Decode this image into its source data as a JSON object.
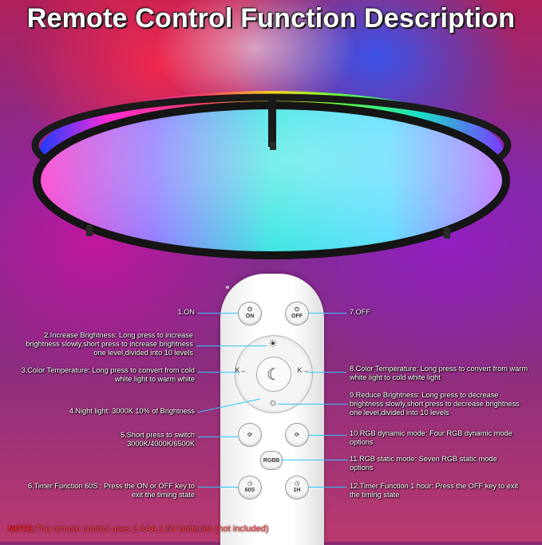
{
  "title": "Remote Control Function Description",
  "remote": {
    "on_label": "ON",
    "off_label": "OFF",
    "timer_60s_label": "60S",
    "timer_1h_label": "1H",
    "rgb_static_label": "RGBB"
  },
  "labels": {
    "on": "1.ON",
    "off": "7.OFF",
    "increase_brightness": "2.Increase Brightness: Long press to increase brightness slowly,short press to increase brightness one level,divided into 10 levels",
    "color_temp_left": "3.Color Temperature: Long press to convert from cold white light to warm white",
    "color_temp_right": "8.Color Temperature: Long press to convert from warm white light to cold white light",
    "night_light": "4.Night light: 3000K 10% of Brightness",
    "reduce_brightness": "9.Reduce Brightness: Long press to decrease brightness slowly,short press to decrease brightness one level,divided into 10 levels",
    "short_press": "5.Short press to switch 3000K/4000K/6500K",
    "rgb_dynamic": "10.RGB dynamic mode: Four RGB dynamic mode options",
    "rgb_static": "11.RGB static mode: Seven RGB static mode options",
    "timer_60s": "6.Timer Function 60S : Press the ON or OFF key to exit the timing state",
    "timer_1h": "12.Timer Function 1 hour: Press the OFF key to exit the timing state"
  },
  "note": {
    "prefix": "NOTE:",
    "text": "The remote control uses  2 AAA 1.5V batteries (not included)"
  },
  "colors": {
    "accent_line": "#2ec7ff",
    "note_text": "#ff3b3b"
  }
}
